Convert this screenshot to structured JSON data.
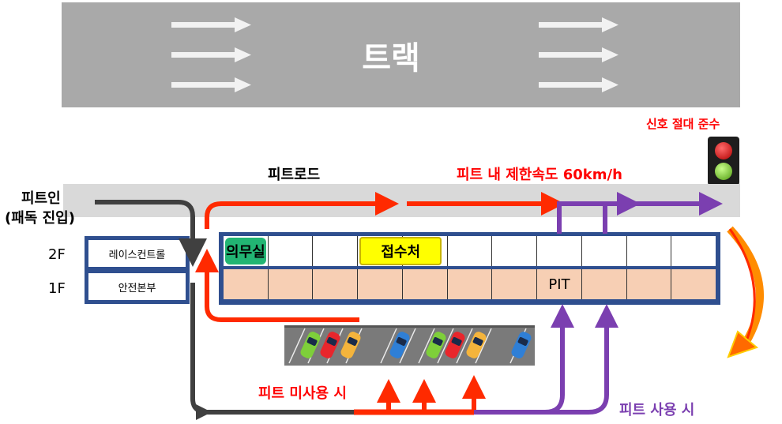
{
  "track": {
    "title": "트랙"
  },
  "signal": {
    "caption": "신호 절대 준수",
    "lights": [
      "red",
      "green"
    ]
  },
  "pit_road": {
    "label": "피트로드",
    "speed_limit": "피트 내 제한속도 60km/h"
  },
  "pit_entry": {
    "line1": "피트인",
    "line2": "(패독 진입)"
  },
  "floors": [
    {
      "floor": "2F",
      "room": "레이스컨트롤"
    },
    {
      "floor": "1F",
      "room": "안전본부"
    }
  ],
  "garage_2f": {
    "medical": "의무실",
    "reception": "접수처"
  },
  "garage_1f": {
    "pit": "PIT"
  },
  "routes": {
    "no_pit": "피트 미사용 시",
    "use_pit": "피트 사용 시"
  },
  "colors": {
    "red_route": "#ff2a00",
    "purple_route": "#7b3fb0",
    "entry_route": "#404040",
    "building": "#2f4f8f",
    "exit_arrow": "#ff9900"
  }
}
